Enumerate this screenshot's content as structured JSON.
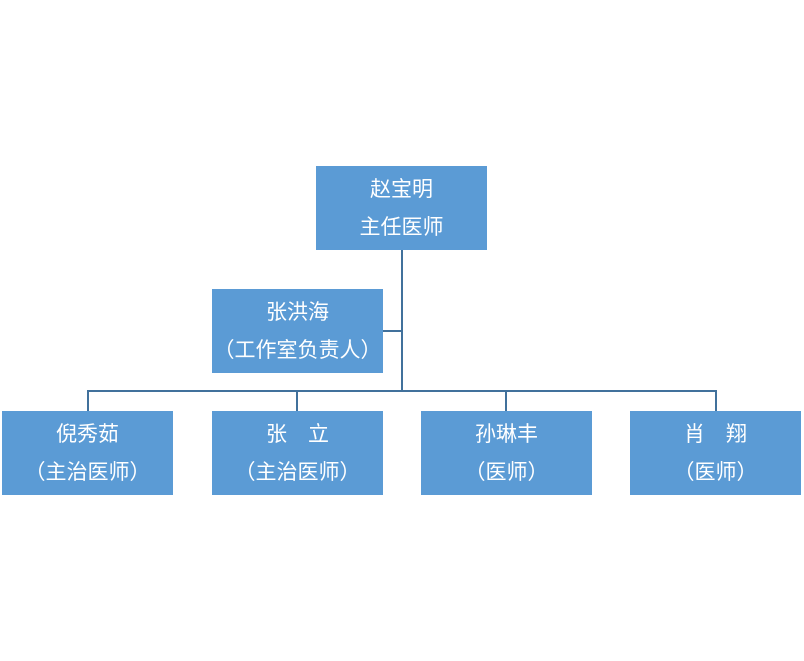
{
  "colors": {
    "box_fill": "#5b9bd5",
    "box_text": "#ffffff",
    "connector": "#41719c"
  },
  "org_chart": {
    "root": {
      "name": "赵宝明",
      "title": "主任医师"
    },
    "assistant": {
      "name": "张洪海",
      "title": "（工作室负责人）"
    },
    "members": [
      {
        "name": "倪秀茹",
        "title": "（主治医师）"
      },
      {
        "name": "张　立",
        "title": "（主治医师）"
      },
      {
        "name": "孙琳丰",
        "title": "（医师）"
      },
      {
        "name": "肖　翔",
        "title": "（医师）"
      }
    ]
  }
}
